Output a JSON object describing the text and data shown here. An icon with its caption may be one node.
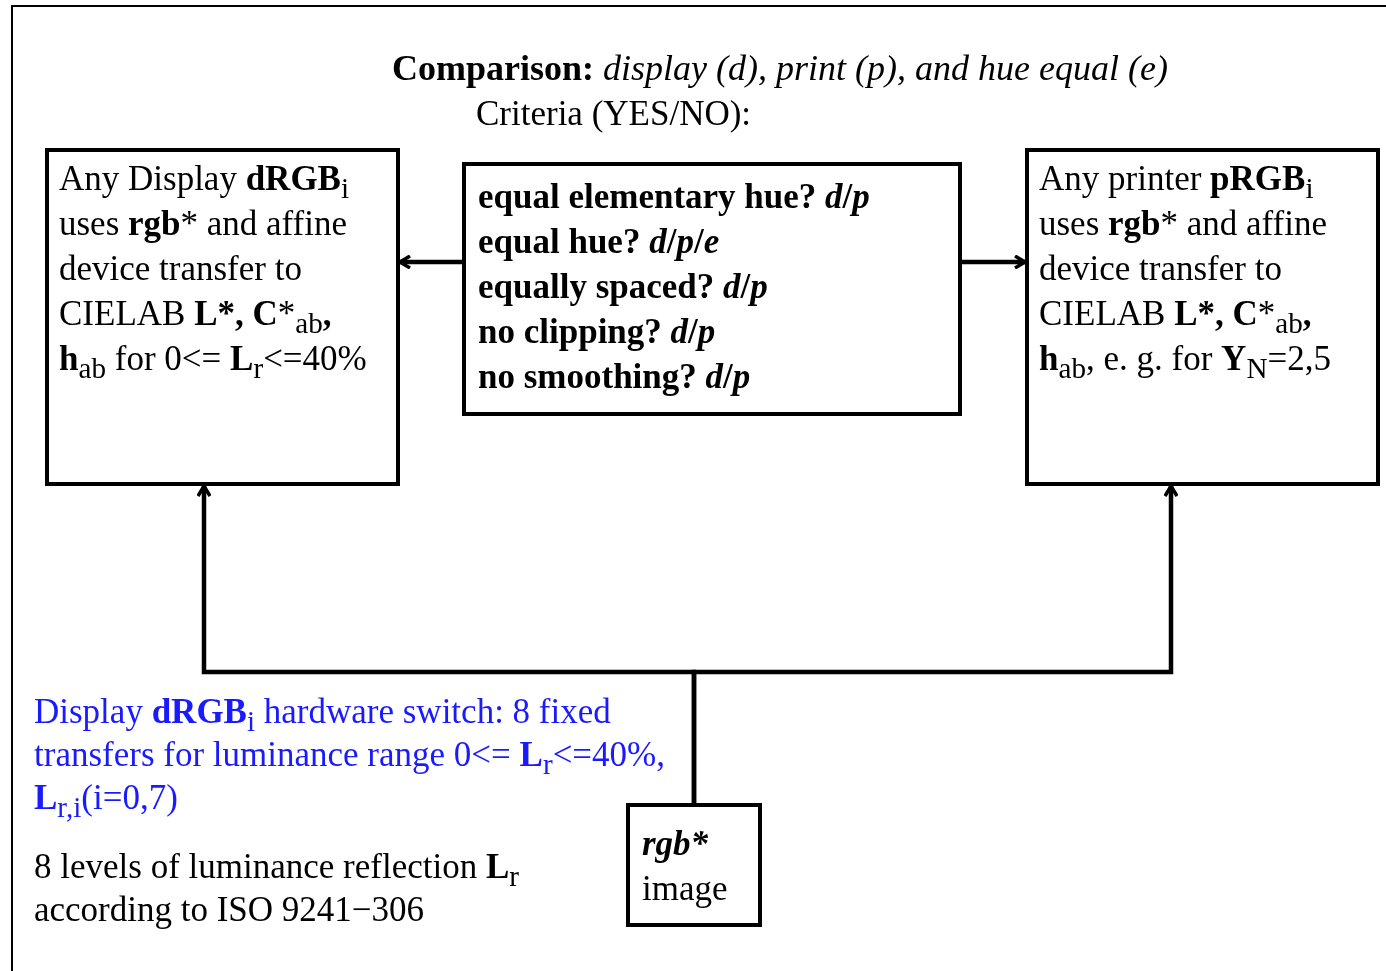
{
  "diagram": {
    "title": "**Comparison:** *display (d), print (p), and hue equal (e)*",
    "nodes": [
      {
        "text": [
          "Any Display **dRGB**$_{i}$ uses **rgb*** and affine device transfer to CIELAB **L*, C***$_{ab}$**, h**$_{ab}$ for 0<= **L**$_{r}$<=40%"
        ]
      },
      {
        "text": [
          "equal elementary hue? *d*/*p*",
          "equal hue? *d*/*p*/*e*",
          "equally spaced? *d*/*p*",
          "no clipping? *d*/*p*",
          "no smoothing? *d*/*p*"
        ]
      },
      {
        "text": [
          "Any printer **pRGB**$_{i}$ uses **rgb*** and affine device transfer to CIELAB **L*, C***$_{ab}$**, h**$_{ab}$, e. g. for **Y**$_{N}$=2,5"
        ]
      },
      {
        "text": [
          "rgb*",
          "image"
        ]
      }
    ],
    "edges": [
      {
        "from": 1,
        "to": 0,
        "arrow": "to"
      },
      {
        "from": 1,
        "to": 2,
        "arrow": "to"
      },
      {
        "from": 3,
        "to": 0,
        "arrow": "to"
      },
      {
        "from": 3,
        "to": 2,
        "arrow": "to"
      }
    ],
    "labels": [
      "Criteria (YES/NO):",
      "Display **dRGB**$_{i}$ hardware switch: 8 fixed transfers for luminance range 0<= **L**$_{r}$<=40%, **L**$_{r,i}$(i=0,7)",
      "8 levels of luminance reflection **L**$_{r}$ according to ISO 9241−306"
    ]
  }
}
